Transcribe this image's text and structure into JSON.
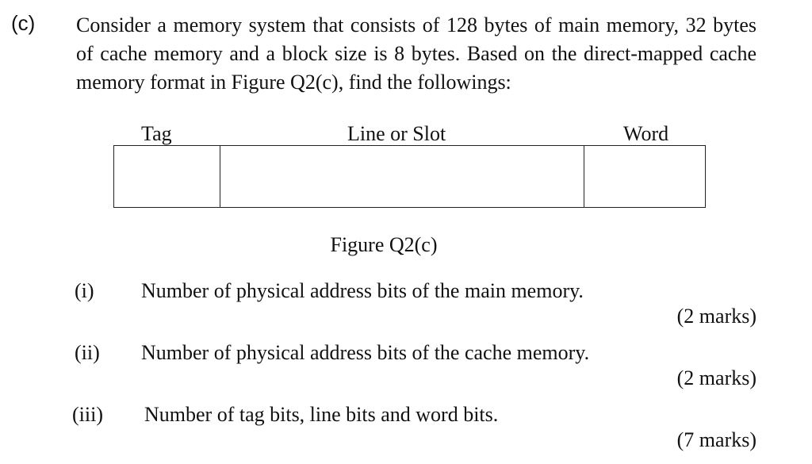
{
  "question": {
    "label": "(c)",
    "intro": "Consider a memory system that consists of 128 bytes of main memory, 32 bytes of cache memory and a block size is 8 bytes. Based on the direct-mapped cache memory format in Figure Q2(c), find the followings:"
  },
  "figure": {
    "fields": [
      "Tag",
      "Line or Slot",
      "Word"
    ],
    "caption": "Figure Q2(c)"
  },
  "items": [
    {
      "num": "(i)",
      "text": "Number of physical address bits of the main memory.",
      "marks": "(2 marks)"
    },
    {
      "num": "(ii)",
      "text": "Number of physical address bits of the cache memory.",
      "marks": "(2 marks)"
    },
    {
      "num": "(iii)",
      "text": "Number of tag bits, line bits and word bits.",
      "marks": "(7 marks)"
    }
  ]
}
